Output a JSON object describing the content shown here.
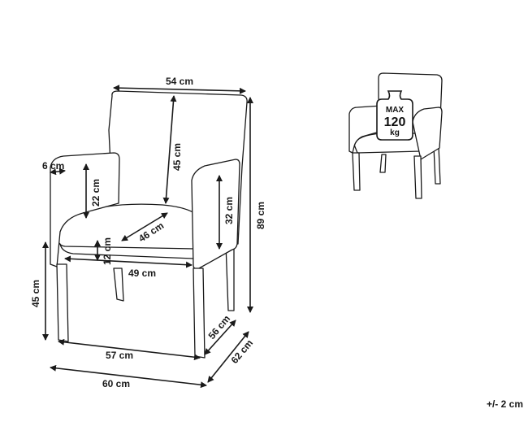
{
  "dimensions": {
    "back_width": "54 cm",
    "back_height": "45 cm",
    "arm_width": "6 cm",
    "arm_height": "22 cm",
    "arm_inner_height": "32 cm",
    "total_height": "89 cm",
    "seat_depth": "46 cm",
    "cushion_thickness": "12 cm",
    "seat_width": "49 cm",
    "seat_height": "45 cm",
    "inner_depth": "56 cm",
    "overall_depth": "62 cm",
    "leg_span_width": "57 cm",
    "overall_width": "60 cm"
  },
  "weight_badge": {
    "top": "MAX",
    "value": "120",
    "unit": "kg"
  },
  "tolerance": "+/- 2 cm"
}
